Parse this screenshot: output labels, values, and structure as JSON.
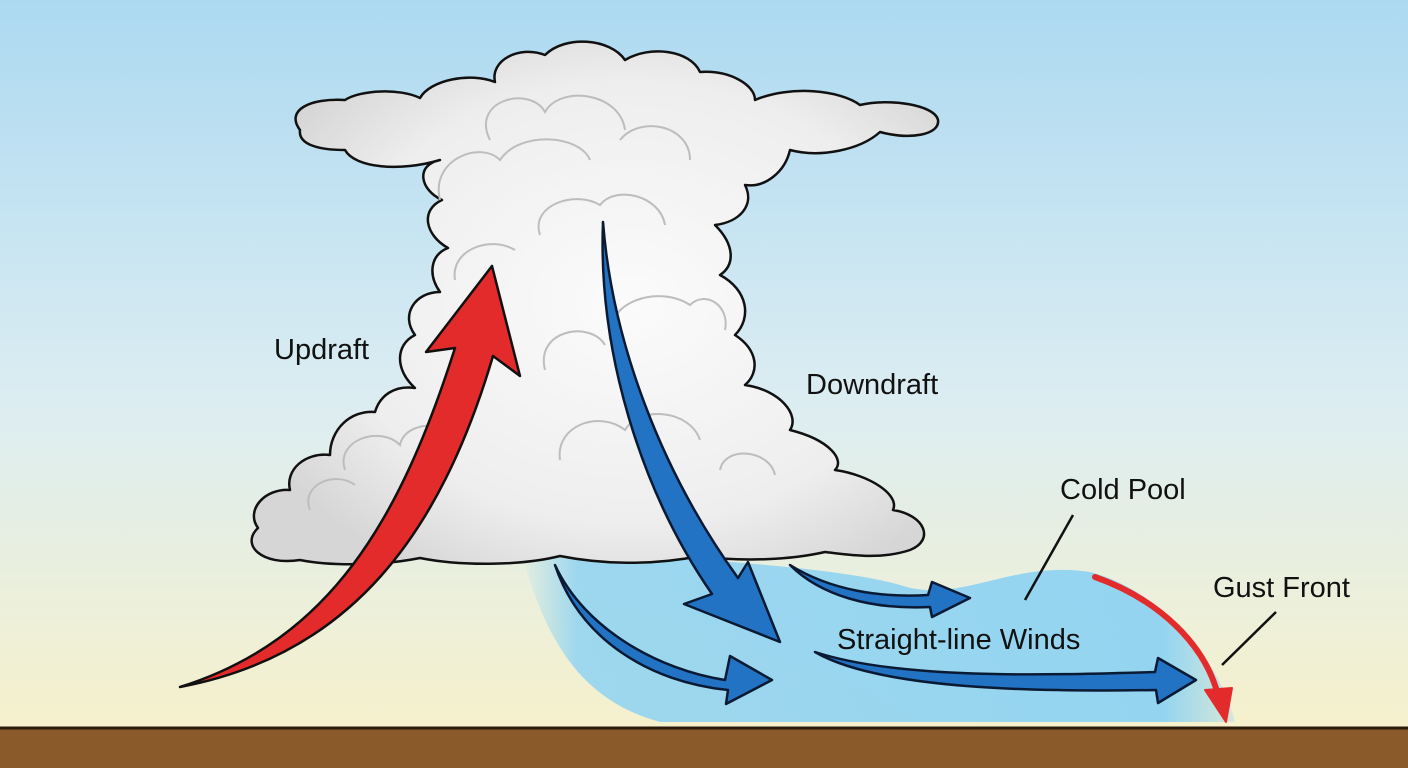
{
  "labels": {
    "updraft": "Updraft",
    "downdraft": "Downdraft",
    "cold_pool": "Cold Pool",
    "gust_front": "Gust Front",
    "straight_line_winds": "Straight-line Winds"
  },
  "colors": {
    "sky_top": "#acd9f1",
    "sky_mid": "#dcedf2",
    "sky_bottom": "#f6f1cc",
    "ground": "#8b5a2b",
    "cloud_fill": "#f2f2f2",
    "cloud_shade": "#cfcfcf",
    "outline": "#111111",
    "updraft": "#e32b2b",
    "downdraft": "#2373c4",
    "cold_pool": "#8fd3f2"
  }
}
